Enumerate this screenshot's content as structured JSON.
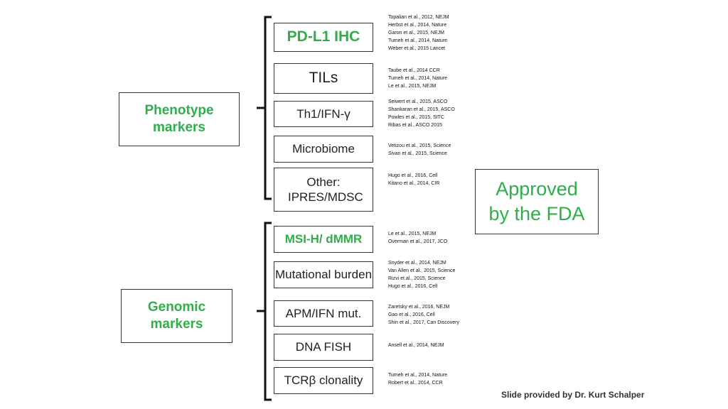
{
  "categories": {
    "phenotype": "Phenotype markers",
    "genomic": "Genomic markers"
  },
  "approved_note": "Approved by the FDA",
  "credit": "Slide provided by Dr. Kurt Schalper",
  "colors": {
    "fda_approved": "#2fae4a",
    "border": "#333333"
  },
  "phenotype_markers": [
    {
      "label": "PD-L1 IHC",
      "fda_approved": true,
      "refs": [
        "Topalian et al., 2012, NEJM",
        "Herbst et al., 2014, Nature",
        "Garon et al., 2015, NEJM",
        "Tumeh et al., 2014, Nature",
        "Weber et al., 2015 Lancet"
      ]
    },
    {
      "label": "TILs",
      "fda_approved": false,
      "refs": [
        "Taube et al., 2014 CCR",
        "Tumeh et al., 2014, Nature",
        "Le et al., 2015, NEJM"
      ]
    },
    {
      "label": "Th1/IFN-γ",
      "fda_approved": false,
      "refs": [
        "Seiwert et al., 2015, ASCO",
        "Shankaran et al., 2015, ASCO",
        "Powles et al., 2015, SITC",
        "Ribas et al., ASCO 2015"
      ]
    },
    {
      "label": "Microbiome",
      "fda_approved": false,
      "refs": [
        "Vetizou et al., 2015, Science",
        "Sivan et al., 2015, Science"
      ]
    },
    {
      "label": "Other: IPRES/MDSC",
      "fda_approved": false,
      "refs": [
        "Hugo et al., 2016, Cell",
        "Kitano et al., 2014, CIR"
      ]
    }
  ],
  "genomic_markers": [
    {
      "label": "MSI-H/ dMMR",
      "fda_approved": true,
      "refs": [
        "Le et al., 2015, NEJM",
        "Overman et al., 2017, JCO"
      ]
    },
    {
      "label": "Mutational burden",
      "fda_approved": false,
      "refs": [
        "Snyder et al., 2014, NEJM",
        "Van Allen et al., 2015, Science",
        "Rizvi et al., 2015, Science",
        "Hugo et al., 2016, Cell"
      ]
    },
    {
      "label": "APM/IFN mut.",
      "fda_approved": false,
      "refs": [
        "Zaretsky et al., 2016, NEJM",
        "Gao et al., 2016, Cell",
        "Shin et al., 2017, Can Discovery"
      ]
    },
    {
      "label": "DNA FISH",
      "fda_approved": false,
      "refs": [
        "Ansell et al., 2014, NEJM"
      ]
    },
    {
      "label": "TCRβ clonality",
      "fda_approved": false,
      "refs": [
        "Tumeh et al., 2014, Nature",
        "Robert et al., 2014, CCR"
      ]
    }
  ]
}
